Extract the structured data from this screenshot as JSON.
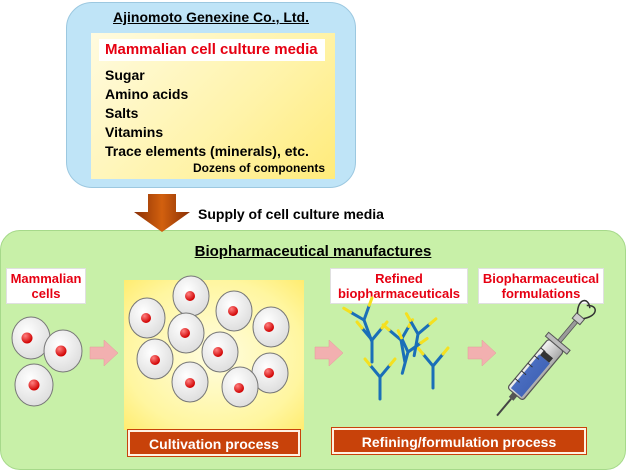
{
  "supplier": {
    "title": "Ajinomoto Genexine Co., Ltd.",
    "media_title": "Mammalian cell culture media",
    "components": [
      "Sugar",
      "Amino acids",
      "Salts",
      "Vitamins",
      "Trace elements (minerals), etc."
    ],
    "components_note": "Dozens of components"
  },
  "supply_label": "Supply of cell culture media",
  "manufacturing": {
    "title": "Biopharmaceutical manufactures",
    "mammalian_cells": [
      "Mammalian",
      "cells"
    ],
    "refined": [
      "Refined",
      "biopharmaceuticals"
    ],
    "formulations": [
      "Biopharmaceutical",
      "formulations"
    ],
    "cultivation_process": "Cultivation process",
    "refining_process": "Refining/formulation process"
  },
  "colors": {
    "supplier_bg": "#bfe4f7",
    "manufacturing_bg": "#c8f0a8",
    "highlight_red": "#e60012",
    "process_box": "#c8420a",
    "arrow_brown": "#b84a08",
    "arrow_pink": "#f2b0b0",
    "antibody_blue": "#1a6fb8",
    "antibody_yellow": "#f5e020"
  }
}
